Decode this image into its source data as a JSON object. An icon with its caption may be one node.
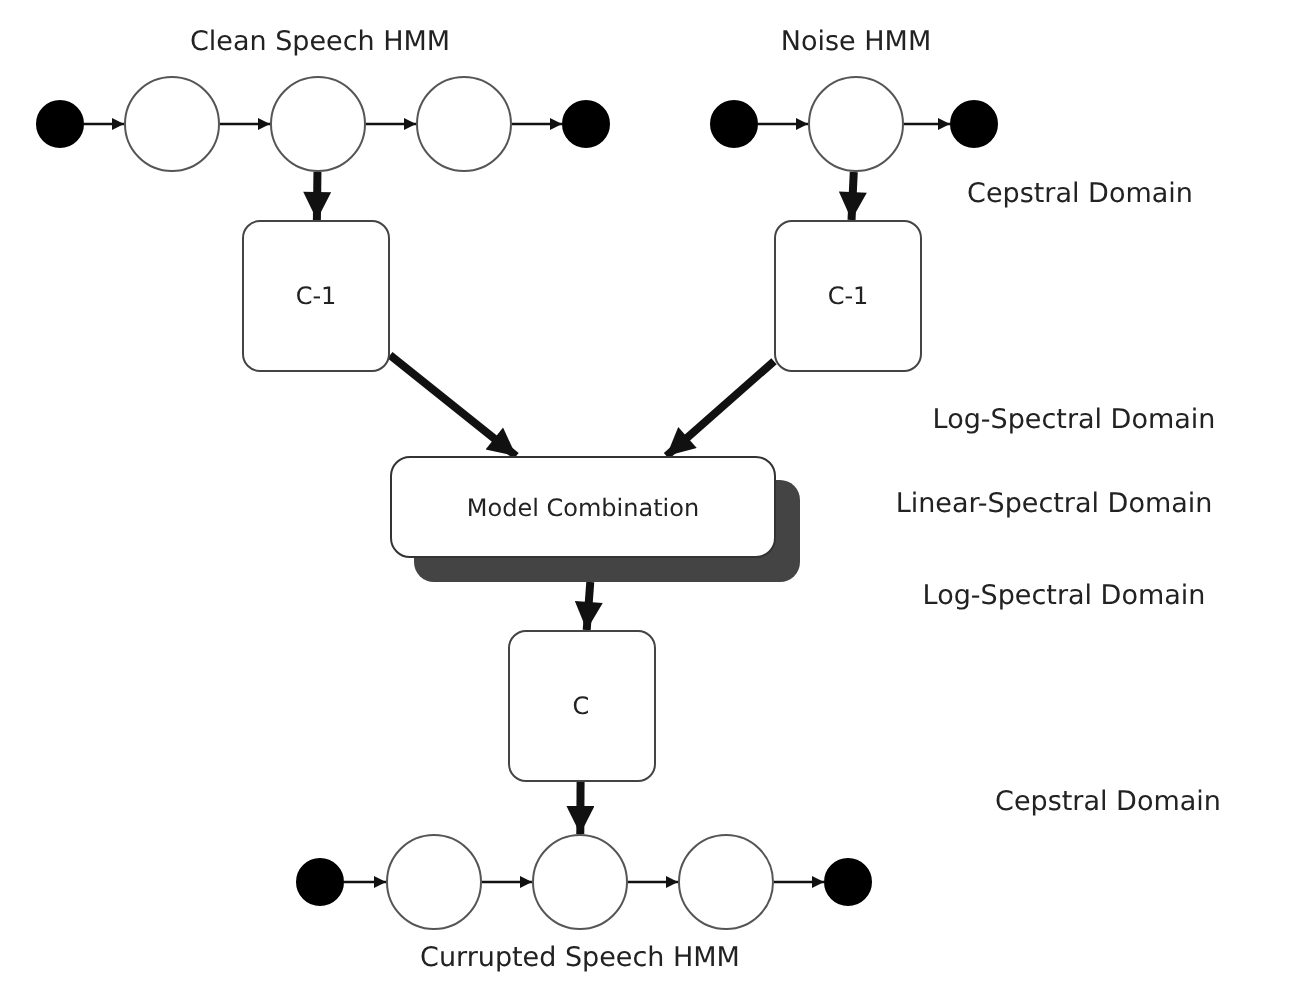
{
  "diagram": {
    "nodes": [
      {
        "text": [],
        "shape": "dot"
      },
      {
        "text": [],
        "shape": "circle"
      },
      {
        "text": [],
        "shape": "circle"
      },
      {
        "text": [],
        "shape": "circle"
      },
      {
        "text": [],
        "shape": "dot"
      },
      {
        "text": [],
        "shape": "dot"
      },
      {
        "text": [],
        "shape": "circle"
      },
      {
        "text": [],
        "shape": "dot"
      },
      {
        "text": [
          "C-1"
        ]
      },
      {
        "text": [
          "C-1"
        ]
      },
      {
        "text": [
          "Model Combination"
        ]
      },
      {
        "text": [
          "C"
        ]
      },
      {
        "text": [],
        "shape": "dot"
      },
      {
        "text": [],
        "shape": "circle"
      },
      {
        "text": [],
        "shape": "circle"
      },
      {
        "text": [],
        "shape": "circle"
      },
      {
        "text": [],
        "shape": "dot"
      }
    ],
    "edges": [
      {
        "from": 0,
        "to": 1,
        "arrow": "to"
      },
      {
        "from": 1,
        "to": 2,
        "arrow": "to"
      },
      {
        "from": 2,
        "to": 3,
        "arrow": "to"
      },
      {
        "from": 3,
        "to": 4,
        "arrow": "to"
      },
      {
        "from": 5,
        "to": 6,
        "arrow": "to"
      },
      {
        "from": 6,
        "to": 7,
        "arrow": "to"
      },
      {
        "from": 2,
        "to": 8,
        "arrow": "to",
        "style": "thick"
      },
      {
        "from": 6,
        "to": 9,
        "arrow": "to",
        "style": "thick"
      },
      {
        "from": 8,
        "to": 10,
        "arrow": "to",
        "style": "thick"
      },
      {
        "from": 9,
        "to": 10,
        "arrow": "to",
        "style": "thick"
      },
      {
        "from": 10,
        "to": 11,
        "arrow": "to",
        "style": "thick"
      },
      {
        "from": 11,
        "to": 14,
        "arrow": "to",
        "style": "thick"
      },
      {
        "from": 12,
        "to": 13,
        "arrow": "to"
      },
      {
        "from": 13,
        "to": 14,
        "arrow": "to"
      },
      {
        "from": 14,
        "to": 15,
        "arrow": "to"
      },
      {
        "from": 15,
        "to": 16,
        "arrow": "to"
      }
    ],
    "labels": [
      "Clean Speech HMM",
      "Noise HMM",
      "Cepstral Domain",
      "Log-Spectral Domain",
      "Linear-Spectral Domain",
      "Log-Spectral Domain",
      "Cepstral Domain",
      "Currupted Speech HMM"
    ]
  }
}
